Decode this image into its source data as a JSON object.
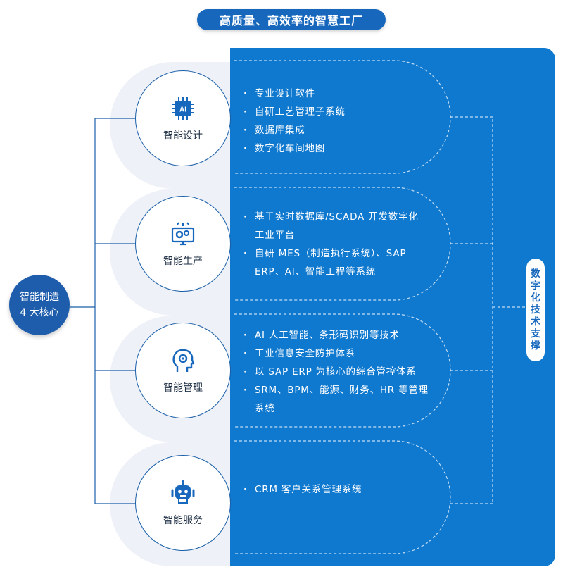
{
  "title": "高质量、高效率的智慧工厂",
  "core": {
    "line1": "智能制造",
    "line2": "4 大核心"
  },
  "sections": [
    {
      "name": "智能设计",
      "icon": "ai-chip-icon",
      "items": [
        "专业设计软件",
        "自研工艺管理子系统",
        "数据库集成",
        "数字化车间地图"
      ]
    },
    {
      "name": "智能生产",
      "icon": "monitor-gears-icon",
      "items": [
        "基于实时数据库/SCADA 开发数字化工业平台",
        "自研 MES（制造执行系统）、SAP ERP、AI、智能工程等系统"
      ]
    },
    {
      "name": "智能管理",
      "icon": "head-gear-icon",
      "items": [
        "AI 人工智能、条形码识别等技术",
        "工业信息安全防护体系",
        "以 SAP ERP 为核心的综合管控体系",
        "SRM、BPM、能源、财务、HR 等管理系统"
      ]
    },
    {
      "name": "智能服务",
      "icon": "robot-headset-icon",
      "items": [
        "CRM 客户关系管理系统"
      ]
    }
  ],
  "support": "数字化技术支撑",
  "colors": {
    "primary": "#1768bd",
    "panel": "#0f78cf",
    "dark": "#1d5dac",
    "capsule": "#eef1f8"
  }
}
